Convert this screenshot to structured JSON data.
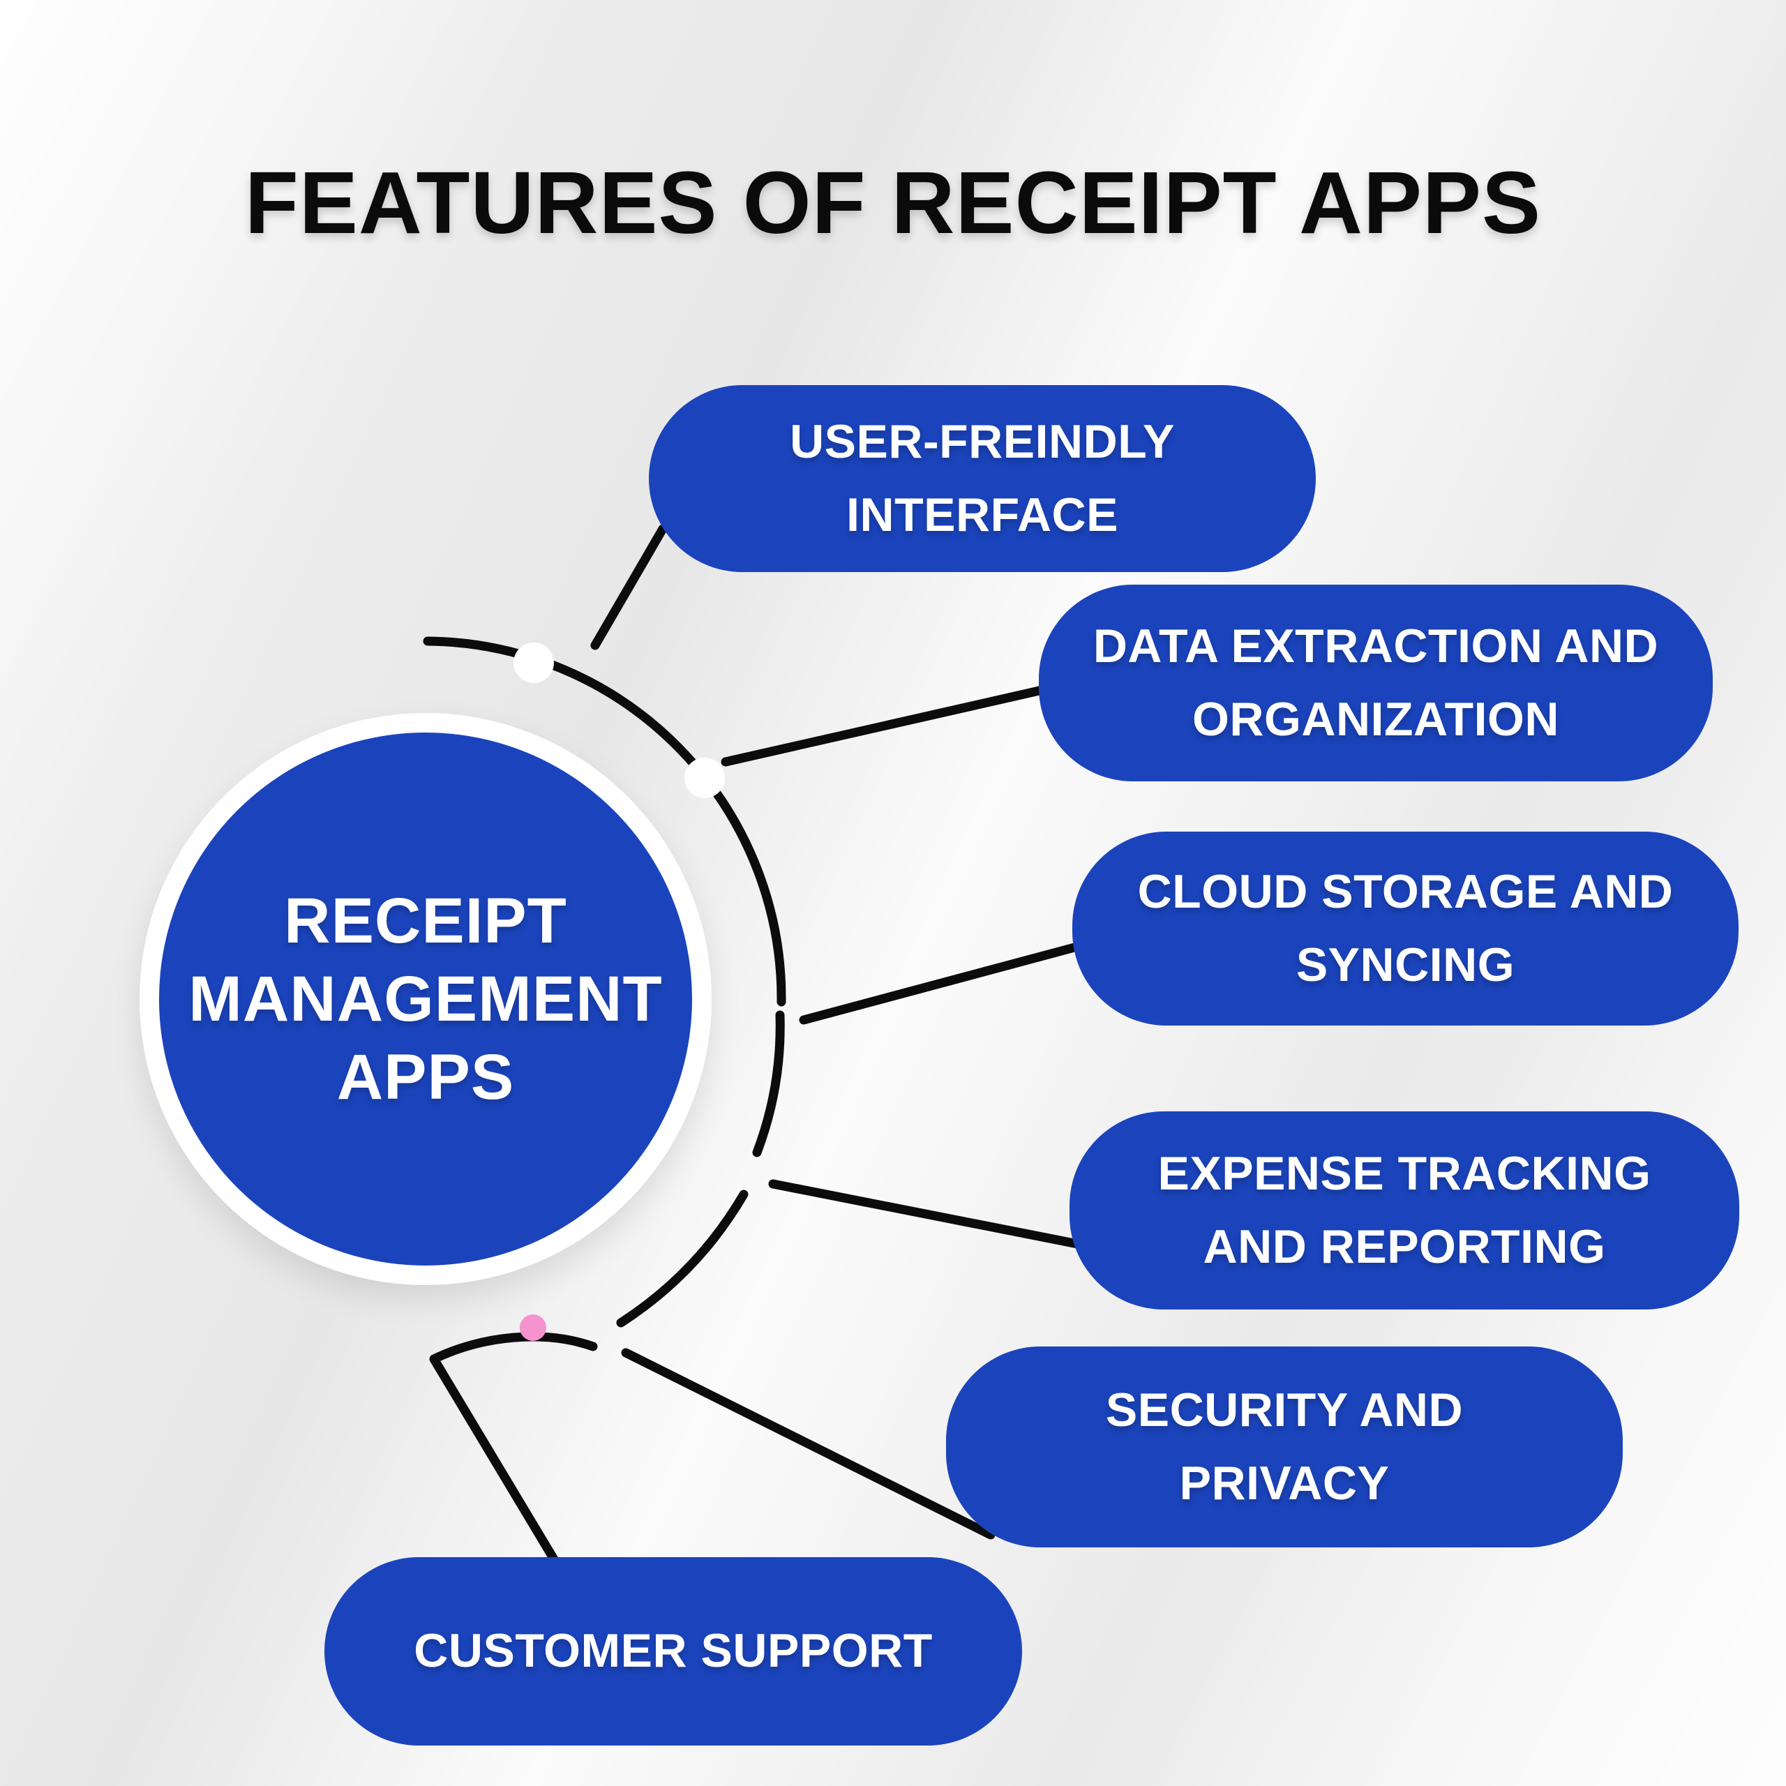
{
  "title": "FEATURES OF RECEIPT APPS",
  "center": {
    "lines": [
      "RECEIPT",
      "MANAGEMENT",
      "APPS"
    ]
  },
  "features": [
    {
      "lines": [
        "USER-FREINDLY",
        "INTERFACE"
      ]
    },
    {
      "lines": [
        "DATA EXTRACTION AND",
        "ORGANIZATION"
      ]
    },
    {
      "lines": [
        "CLOUD STORAGE AND",
        "SYNCING"
      ]
    },
    {
      "lines": [
        "EXPENSE TRACKING",
        "AND REPORTING"
      ]
    },
    {
      "lines": [
        "SECURITY AND",
        "PRIVACY"
      ]
    },
    {
      "lines": [
        "CUSTOMER SUPPORT"
      ]
    }
  ],
  "colors": {
    "primary_blue": "#1b44bc",
    "line_black": "#0c0c0c",
    "dot_white": "#ffffff",
    "dot_pink": "#f493ce",
    "title_black": "#0b0b0b",
    "text_white": "#ffffff"
  }
}
